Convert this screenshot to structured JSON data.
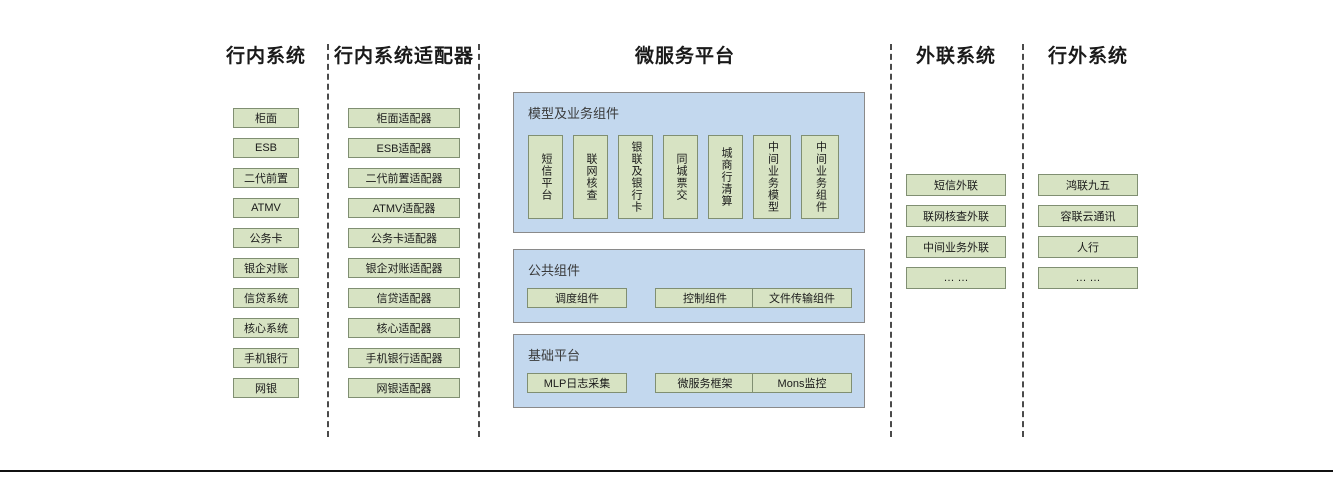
{
  "diagram": {
    "colors": {
      "green_fill": "#d7e3c3",
      "green_border": "#808f72",
      "blue_panel": "#c3d8ee",
      "panel_border": "#8a8a8a",
      "separator": "#4a4a4a",
      "text": "#1a1a1a"
    },
    "columns": {
      "inbank": {
        "title": "行内系统",
        "items": [
          "柜面",
          "ESB",
          "二代前置",
          "ATMV",
          "公务卡",
          "银企对账",
          "信贷系统",
          "核心系统",
          "手机银行",
          "网银"
        ]
      },
      "adapter": {
        "title": "行内系统适配器",
        "items": [
          "柜面适配器",
          "ESB适配器",
          "二代前置适配器",
          "ATMV适配器",
          "公务卡适配器",
          "银企对账适配器",
          "信贷适配器",
          "核心适配器",
          "手机银行适配器",
          "网银适配器"
        ]
      },
      "platform": {
        "title": "微服务平台",
        "sections": [
          {
            "title": "模型及业务组件",
            "orientation": "vertical",
            "items": [
              "短信平台",
              "联网核查",
              "银联及银行卡",
              "同城票交",
              "城商行清算",
              "中间业务模型",
              "中间业务组件"
            ]
          },
          {
            "title": "公共组件",
            "orientation": "horizontal",
            "items": [
              "调度组件",
              "控制组件",
              "文件传输组件"
            ]
          },
          {
            "title": "基础平台",
            "orientation": "horizontal",
            "items": [
              "MLP日志采集",
              "微服务框架",
              "Mons监控"
            ]
          }
        ]
      },
      "external_link": {
        "title": "外联系统",
        "items": [
          "短信外联",
          "联网核查外联",
          "中间业务外联",
          "… …"
        ]
      },
      "outbank": {
        "title": "行外系统",
        "items": [
          "鸿联九五",
          "容联云通讯",
          "人行",
          "… …"
        ]
      }
    }
  }
}
